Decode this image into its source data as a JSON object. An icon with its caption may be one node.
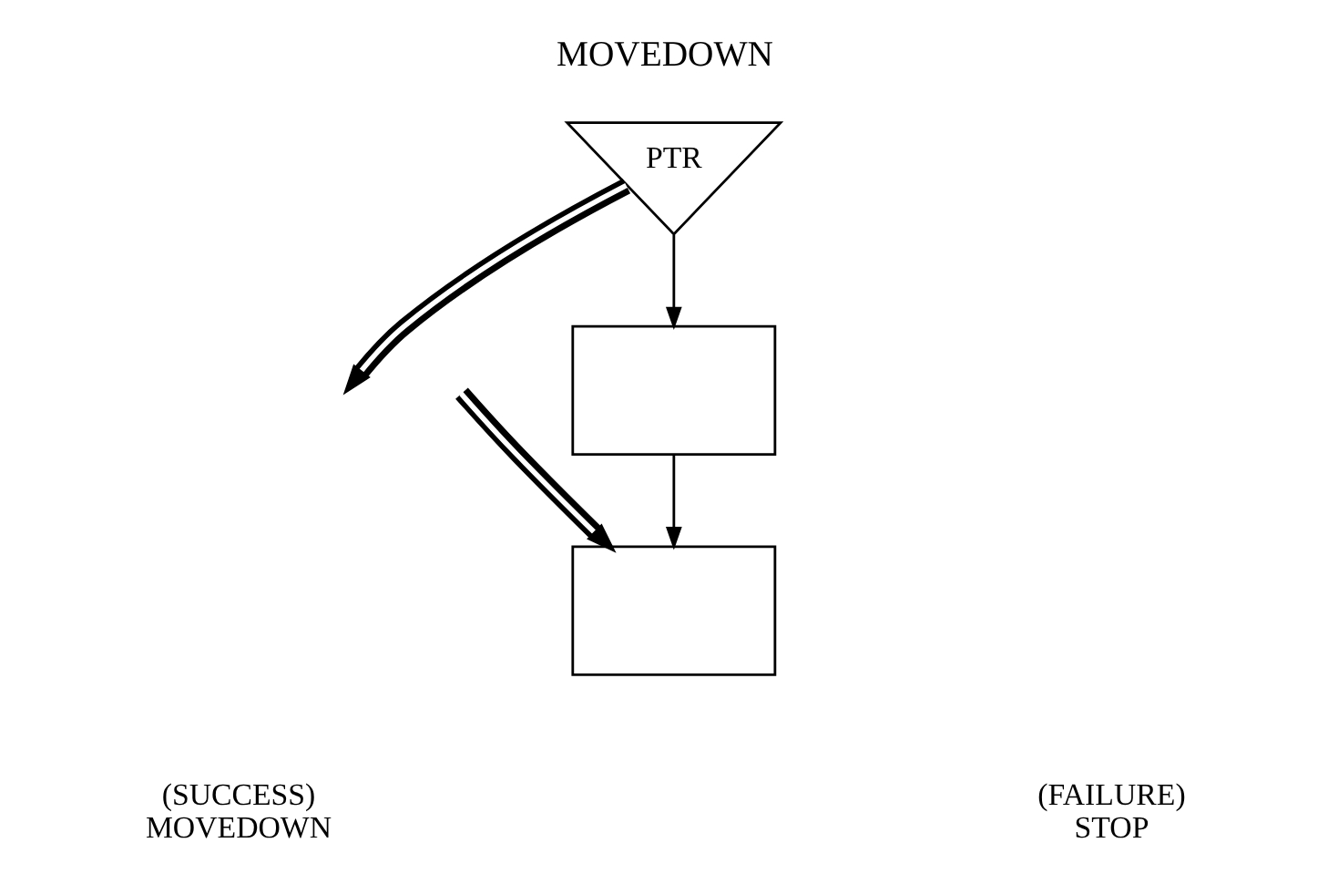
{
  "diagram": {
    "title": "MOVEDOWN",
    "nodes": [
      {
        "text": [
          "PTR"
        ]
      },
      {
        "text": [],
        "shape": "box"
      },
      {
        "text": [],
        "shape": "box"
      }
    ],
    "edges": [
      {
        "from": 0,
        "to": 1,
        "arrow": "to"
      },
      {
        "from": 1,
        "to": 2,
        "arrow": "to"
      },
      {
        "from": 0,
        "to": null,
        "arrow": "to",
        "style": "thick"
      },
      {
        "from": null,
        "to": 2,
        "arrow": "to",
        "style": "thick"
      }
    ],
    "labels": [
      "(SUCCESS) MOVEDOWN",
      "(FAILURE) STOP"
    ]
  }
}
